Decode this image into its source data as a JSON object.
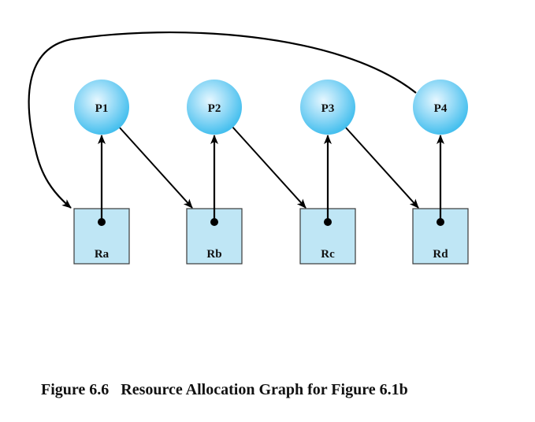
{
  "diagram": {
    "processes": [
      {
        "id": "P1",
        "label": "P1"
      },
      {
        "id": "P2",
        "label": "P2"
      },
      {
        "id": "P3",
        "label": "P3"
      },
      {
        "id": "P4",
        "label": "P4"
      }
    ],
    "resources": [
      {
        "id": "Ra",
        "label": "Ra"
      },
      {
        "id": "Rb",
        "label": "Rb"
      },
      {
        "id": "Rc",
        "label": "Rc"
      },
      {
        "id": "Rd",
        "label": "Rd"
      }
    ],
    "edges": [
      {
        "from": "Ra",
        "to": "P1",
        "kind": "assignment"
      },
      {
        "from": "Rb",
        "to": "P2",
        "kind": "assignment"
      },
      {
        "from": "Rc",
        "to": "P3",
        "kind": "assignment"
      },
      {
        "from": "Rd",
        "to": "P4",
        "kind": "assignment"
      },
      {
        "from": "P1",
        "to": "Rb",
        "kind": "request"
      },
      {
        "from": "P2",
        "to": "Rc",
        "kind": "request"
      },
      {
        "from": "P3",
        "to": "Rd",
        "kind": "request"
      },
      {
        "from": "P4",
        "to": "Ra",
        "kind": "request"
      }
    ],
    "colors": {
      "process_fill_center": "#e6f7ff",
      "process_fill_edge": "#45bfee",
      "resource_fill": "#bfe6f5",
      "resource_stroke": "#3a3a3a",
      "edge": "#000000"
    }
  },
  "caption": {
    "text": "Figure 6.6   Resource Allocation Graph for Figure 6.1b"
  }
}
